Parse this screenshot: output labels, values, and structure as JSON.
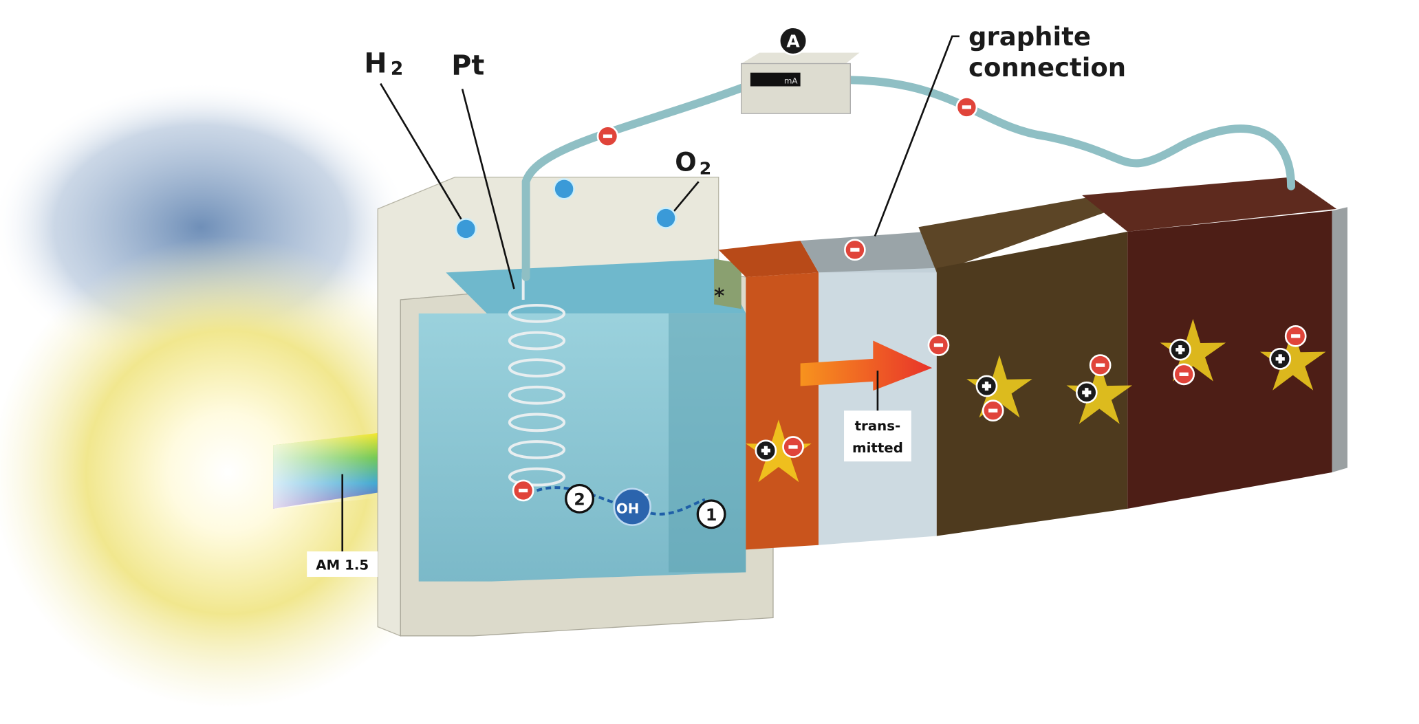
{
  "labels": {
    "h2": "H",
    "h2_sub": "2",
    "pt": "Pt",
    "o2": "O",
    "o2_sub": "2",
    "ammeter_badge": "A",
    "ammeter_unit": "mA",
    "graphite_line1": "graphite",
    "graphite_line2": "connection",
    "transmitted_line1": "trans-",
    "transmitted_line2": "mitted",
    "am15": "AM 1.5",
    "hydroxide": "OH",
    "hydroxide_charge": "-",
    "step1": "1",
    "step2": "2",
    "asterisk": "*",
    "plus": "+",
    "minus": "−"
  },
  "colors": {
    "water": "#7cc4d6",
    "orange_layer": "#c9541c",
    "brown_layer": "#4e3a1e",
    "red_brown_layer": "#4d1e16",
    "electron": "#e0443a",
    "wire": "#8fbfc4"
  }
}
